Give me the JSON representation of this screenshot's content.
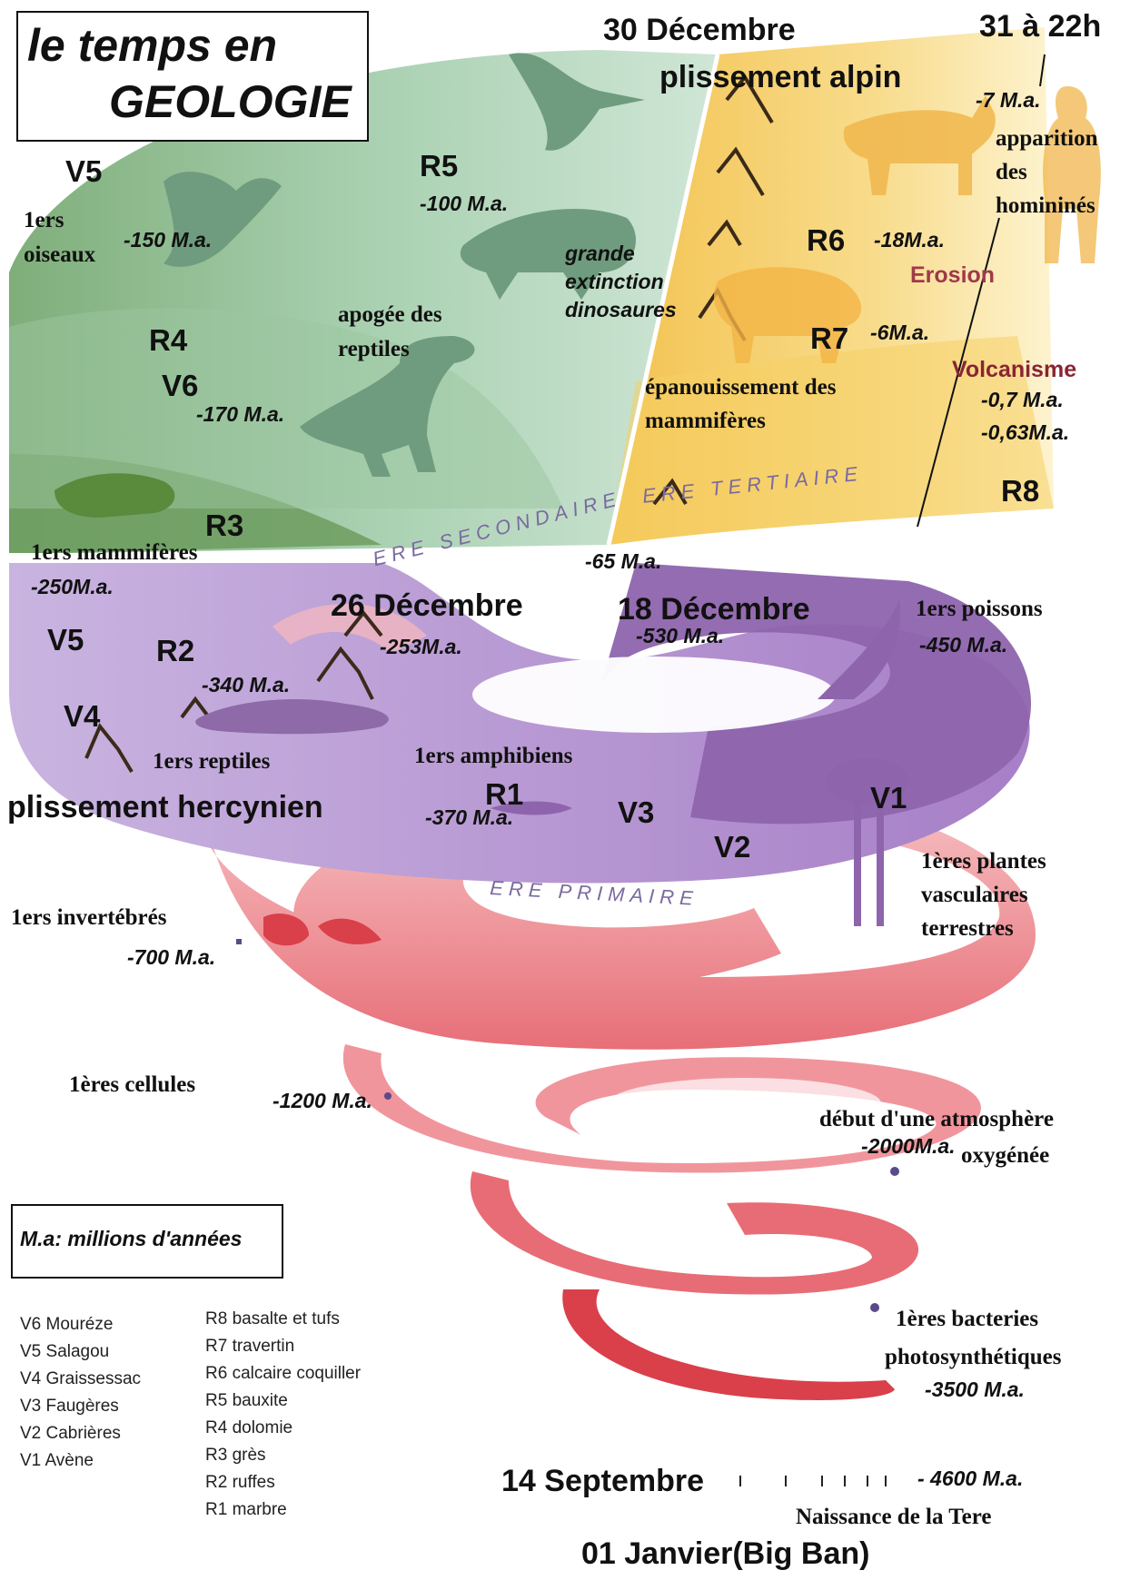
{
  "title": {
    "line1": "le temps en",
    "line2": "GEOLOGIE"
  },
  "calendar": {
    "dec30": "30 Décembre",
    "dec31": "31 à 22h",
    "dec26": "26 Décembre",
    "dec18": "18 Décembre",
    "sep14": "14 Septembre",
    "jan01": "01 Janvier(Big Ban)"
  },
  "events": {
    "plissement_alpin": "plissement alpin",
    "plissement_hercynien": "plissement hercynien",
    "oiseaux": "1ers\noiseaux",
    "apogee_reptiles": "apogée des\nreptiles",
    "extinction": "grande\nextinction\ndinosaures",
    "mammiferes_epanouissement": "épanouissement des\nmammifères",
    "hominines": "apparition\ndes\nhomininés",
    "erosion": "Erosion",
    "volcanisme": "Volcanisme",
    "premiers_mammiferes": "1ers mammifères",
    "premiers_reptiles": "1ers reptiles",
    "premiers_amphibiens": "1ers amphibiens",
    "premiers_poissons": "1ers poissons",
    "plantes_vasculaires": "1ères plantes\nvasculaires\nterrestres",
    "invertebres": "1ers invertébrés",
    "cellules": "1ères cellules",
    "atmosphere": "début d'une atmosphère",
    "oxygenee": "oxygénée",
    "bacteries": "1ères bacteries",
    "photosynthetiques": "photosynthétiques",
    "naissance": "Naissance de la Tere"
  },
  "ages": {
    "m150": "-150 M.a.",
    "m100": "-100 M.a.",
    "m170": "-170 M.a.",
    "m250": "-250M.a.",
    "m18": "-18M.a.",
    "m6": "-6M.a.",
    "m7": "-7 M.a.",
    "m07": "-0,7  M.a.",
    "m063": "-0,63M.a.",
    "m65": "-65  M.a.",
    "m253": "-253M.a.",
    "m530": "-530 M.a.",
    "m450": "-450 M.a.",
    "m340": "-340 M.a.",
    "m370": "-370 M.a.",
    "m700": "-700 M.a.",
    "m1200": "-1200 M.a.",
    "m2000": "-2000M.a.",
    "m3500": "-3500 M.a.",
    "m4600": "- 4600  M.a."
  },
  "eras": {
    "secondaire": "ERE SECONDAIRE",
    "tertiaire": "ERE TERTIAIRE",
    "primaire": "ERE PRIMAIRE"
  },
  "codes": {
    "V5a": "V5",
    "R5": "R5",
    "R4": "R4",
    "V6": "V6",
    "R3": "R3",
    "R6": "R6",
    "R7": "R7",
    "R8": "R8",
    "V5b": "V5",
    "R2": "R2",
    "V4": "V4",
    "R1": "R1",
    "V3": "V3",
    "V2": "V2",
    "V1": "V1"
  },
  "legend_box": "M.a: millions d'années",
  "key_sites": [
    "V6 Mouréze",
    "V5 Salagou",
    "V4 Graissessac",
    "V3 Faugères",
    "V2 Cabrières",
    "V1 Avène"
  ],
  "key_rocks": [
    "R8  basalte et tufs",
    "R7 travertin",
    "R6 calcaire coquiller",
    "R5 bauxite",
    "R4 dolomie",
    "R3 grès",
    "R2 ruffes",
    "R1 marbre"
  ],
  "colors": {
    "secondaire": "#a9cfae",
    "secondaire_dark": "#6e9c62",
    "tertiaire": "#f4cf66",
    "tertiaire_light": "#fbe9a8",
    "primaire": "#b89ad0",
    "primaire_dark": "#8a62a8",
    "precambrien": "#f2a3a6",
    "precambrien_dark": "#d9404a",
    "erosion": "#a0394a",
    "volcanisme": "#8a2433"
  }
}
